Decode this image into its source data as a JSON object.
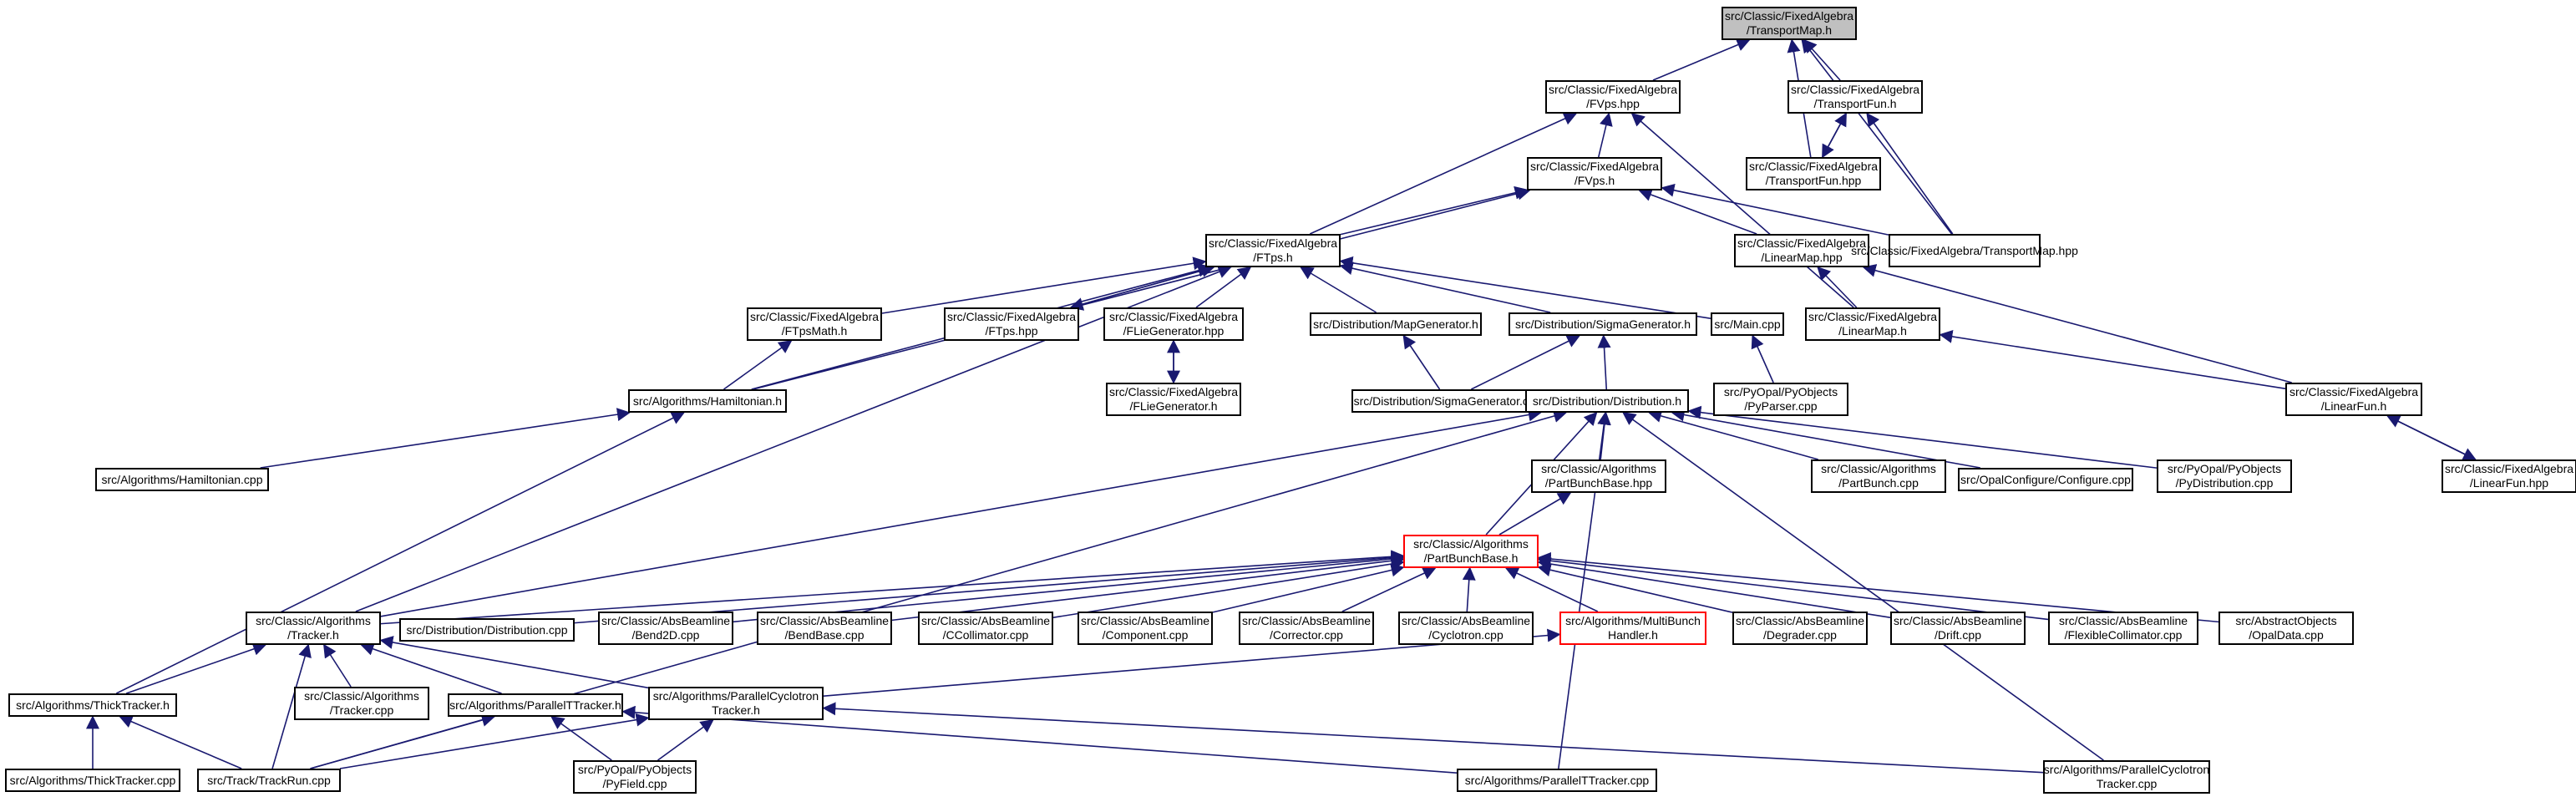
{
  "colors": {
    "edge": "#191970",
    "border": "#000000",
    "root_fill": "#c0c0c0",
    "highlight_border": "#ff0000"
  },
  "nodes": [
    {
      "id": "transportmap_h",
      "lines": [
        "src/Classic/FixedAlgebra",
        "/TransportMap.h"
      ],
      "style": "root"
    },
    {
      "id": "fvps_hpp",
      "lines": [
        "src/Classic/FixedAlgebra",
        "/FVps.hpp"
      ]
    },
    {
      "id": "transportfun_h",
      "lines": [
        "src/Classic/FixedAlgebra",
        "/TransportFun.h"
      ]
    },
    {
      "id": "fvps_h",
      "lines": [
        "src/Classic/FixedAlgebra",
        "/FVps.h"
      ]
    },
    {
      "id": "transportfun_hpp",
      "lines": [
        "src/Classic/FixedAlgebra",
        "/TransportFun.hpp"
      ]
    },
    {
      "id": "ftps_h",
      "lines": [
        "src/Classic/FixedAlgebra",
        "/FTps.h"
      ]
    },
    {
      "id": "linearmap_hpp",
      "lines": [
        "src/Classic/FixedAlgebra",
        "/LinearMap.hpp"
      ]
    },
    {
      "id": "transportmap_hpp",
      "lines": [
        "src/Classic/FixedAlgebra/TransportMap.hpp"
      ]
    },
    {
      "id": "ftpsmath_h",
      "lines": [
        "src/Classic/FixedAlgebra",
        "/FTpsMath.h"
      ]
    },
    {
      "id": "ftps_hpp",
      "lines": [
        "src/Classic/FixedAlgebra",
        "/FTps.hpp"
      ]
    },
    {
      "id": "fliegenerator_hpp",
      "lines": [
        "src/Classic/FixedAlgebra",
        "/FLieGenerator.hpp"
      ]
    },
    {
      "id": "mapgenerator_h",
      "lines": [
        "src/Distribution/MapGenerator.h"
      ]
    },
    {
      "id": "sigmagenerator_h",
      "lines": [
        "src/Distribution/SigmaGenerator.h"
      ]
    },
    {
      "id": "main_cpp",
      "lines": [
        "src/Main.cpp"
      ]
    },
    {
      "id": "linearmap_h",
      "lines": [
        "src/Classic/FixedAlgebra",
        "/LinearMap.h"
      ]
    },
    {
      "id": "hamiltonian_h",
      "lines": [
        "src/Algorithms/Hamiltonian.h"
      ]
    },
    {
      "id": "fliegenerator_h",
      "lines": [
        "src/Classic/FixedAlgebra",
        "/FLieGenerator.h"
      ]
    },
    {
      "id": "sigmagenerator_cpp",
      "lines": [
        "src/Distribution/SigmaGenerator.cpp"
      ]
    },
    {
      "id": "distribution_h",
      "lines": [
        "src/Distribution/Distribution.h"
      ]
    },
    {
      "id": "pyparser_cpp",
      "lines": [
        "src/PyOpal/PyObjects",
        "/PyParser.cpp"
      ]
    },
    {
      "id": "linearfun_h",
      "lines": [
        "src/Classic/FixedAlgebra",
        "/LinearFun.h"
      ]
    },
    {
      "id": "hamiltonian_cpp",
      "lines": [
        "src/Algorithms/Hamiltonian.cpp"
      ]
    },
    {
      "id": "partbunchbase_hpp",
      "lines": [
        "src/Classic/Algorithms",
        "/PartBunchBase.hpp"
      ]
    },
    {
      "id": "partbunch_cpp",
      "lines": [
        "src/Classic/Algorithms",
        "/PartBunch.cpp"
      ]
    },
    {
      "id": "configure_cpp",
      "lines": [
        "src/OpalConfigure/Configure.cpp"
      ]
    },
    {
      "id": "pydistribution_cpp",
      "lines": [
        "src/PyOpal/PyObjects",
        "/PyDistribution.cpp"
      ]
    },
    {
      "id": "linearfun_hpp",
      "lines": [
        "src/Classic/FixedAlgebra",
        "/LinearFun.hpp"
      ]
    },
    {
      "id": "partbunchbase_h",
      "lines": [
        "src/Classic/Algorithms",
        "/PartBunchBase.h"
      ],
      "style": "red"
    },
    {
      "id": "tracker_h",
      "lines": [
        "src/Classic/Algorithms",
        "/Tracker.h"
      ]
    },
    {
      "id": "distribution_cpp",
      "lines": [
        "src/Distribution/Distribution.cpp"
      ]
    },
    {
      "id": "bend2d_cpp",
      "lines": [
        "src/Classic/AbsBeamline",
        "/Bend2D.cpp"
      ]
    },
    {
      "id": "bendbase_cpp",
      "lines": [
        "src/Classic/AbsBeamline",
        "/BendBase.cpp"
      ]
    },
    {
      "id": "ccollimator_cpp",
      "lines": [
        "src/Classic/AbsBeamline",
        "/CCollimator.cpp"
      ]
    },
    {
      "id": "component_cpp",
      "lines": [
        "src/Classic/AbsBeamline",
        "/Component.cpp"
      ]
    },
    {
      "id": "corrector_cpp",
      "lines": [
        "src/Classic/AbsBeamline",
        "/Corrector.cpp"
      ]
    },
    {
      "id": "cyclotron_cpp",
      "lines": [
        "src/Classic/AbsBeamline",
        "/Cyclotron.cpp"
      ]
    },
    {
      "id": "multibunchhandler_h",
      "lines": [
        "src/Algorithms/MultiBunch",
        "Handler.h"
      ],
      "style": "red"
    },
    {
      "id": "degrader_cpp",
      "lines": [
        "src/Classic/AbsBeamline",
        "/Degrader.cpp"
      ]
    },
    {
      "id": "drift_cpp",
      "lines": [
        "src/Classic/AbsBeamline",
        "/Drift.cpp"
      ]
    },
    {
      "id": "flexiblecollimator_cpp",
      "lines": [
        "src/Classic/AbsBeamline",
        "/FlexibleCollimator.cpp"
      ]
    },
    {
      "id": "opaldata_cpp",
      "lines": [
        "src/AbstractObjects",
        "/OpalData.cpp"
      ]
    },
    {
      "id": "thicktracker_h",
      "lines": [
        "src/Algorithms/ThickTracker.h"
      ]
    },
    {
      "id": "tracker_cpp",
      "lines": [
        "src/Classic/Algorithms",
        "/Tracker.cpp"
      ]
    },
    {
      "id": "paralleltracker_h",
      "lines": [
        "src/Algorithms/ParallelTTracker.h"
      ]
    },
    {
      "id": "parallelcyclotrontracker_h",
      "lines": [
        "src/Algorithms/ParallelCyclotron",
        "Tracker.h"
      ]
    },
    {
      "id": "thicktracker_cpp",
      "lines": [
        "src/Algorithms/ThickTracker.cpp"
      ]
    },
    {
      "id": "trackrun_cpp",
      "lines": [
        "src/Track/TrackRun.cpp"
      ]
    },
    {
      "id": "pyfield_cpp",
      "lines": [
        "src/PyOpal/PyObjects",
        "/PyField.cpp"
      ]
    },
    {
      "id": "paralleltracker_cpp",
      "lines": [
        "src/Algorithms/ParallelTTracker.cpp"
      ]
    },
    {
      "id": "parallelcyclotrontracker_cpp",
      "lines": [
        "src/Algorithms/ParallelCyclotron",
        "Tracker.cpp"
      ]
    }
  ]
}
